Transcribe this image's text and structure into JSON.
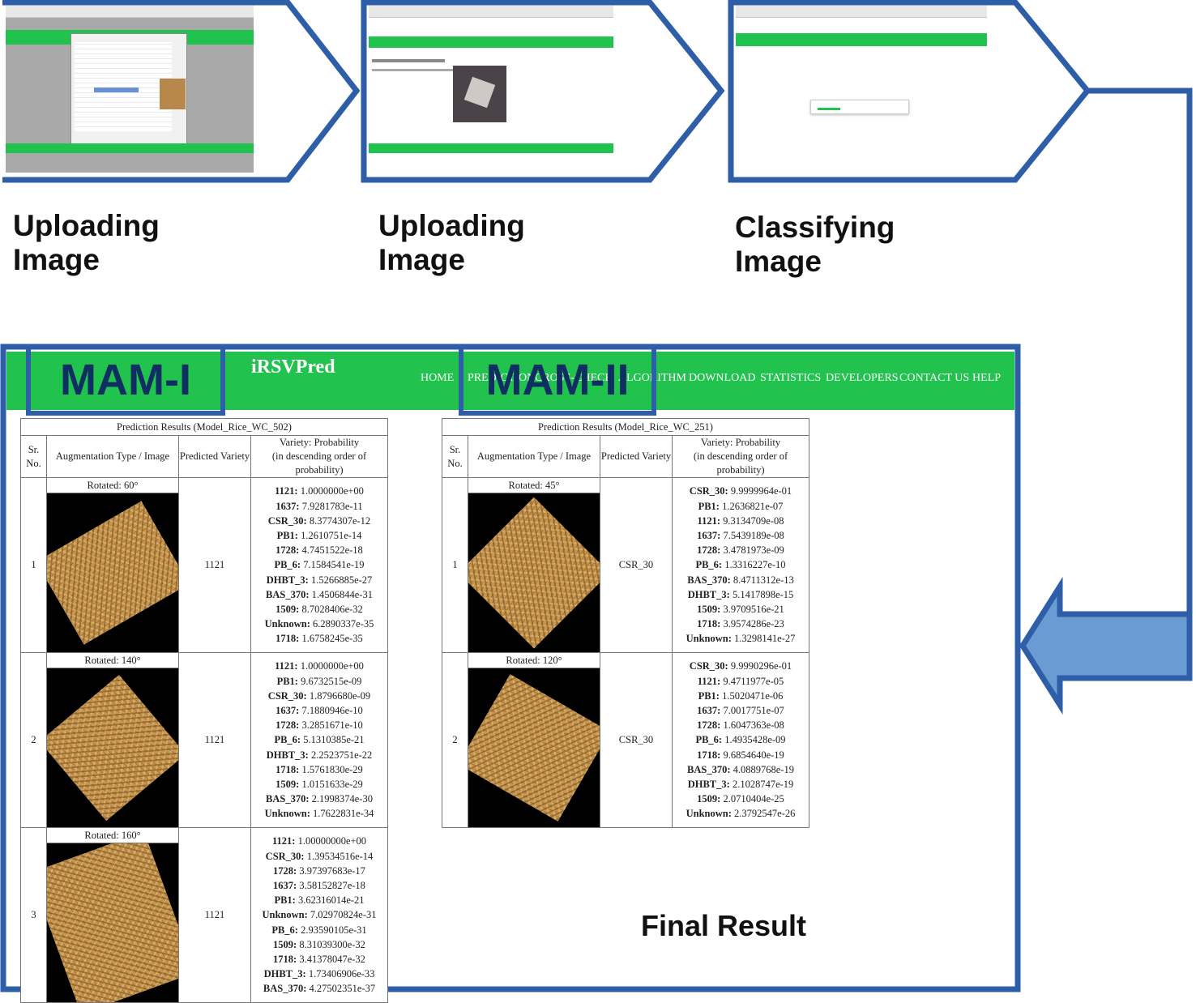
{
  "steps": [
    {
      "label": "Uploading\nImage"
    },
    {
      "label": "Uploading\nImage"
    },
    {
      "label": "Classifying\nImage"
    }
  ],
  "site": {
    "brand": "iRSVPred",
    "nav": [
      "HOME",
      "PREDICTION",
      "CROSS-CHECK",
      "ALGORITHM",
      "DOWNLOAD",
      "STATISTICS",
      "DEVELOPERS",
      "CONTACT US",
      "HELP"
    ]
  },
  "models": [
    {
      "badge": "MAM-I",
      "caption": "Prediction Results (Model_Rice_WC_502)",
      "headers": {
        "sr": "Sr. No.",
        "aug": "Augmentation Type / Image",
        "pred": "Predicted Variety",
        "prob": "Variety: Probability\n(in descending order of probability)"
      },
      "rows": [
        {
          "sr": "1",
          "aug": "Rotated: 60°",
          "pred": "1121",
          "probs": [
            "1121: 1.0000000e+00",
            "1637: 7.9281783e-11",
            "CSR_30: 8.3774307e-12",
            "PB1: 1.2610751e-14",
            "1728: 4.7451522e-18",
            "PB_6: 7.1584541e-19",
            "DHBT_3: 1.5266885e-27",
            "BAS_370: 1.4506844e-31",
            "1509: 8.7028406e-32",
            "Unknown: 6.2890337e-35",
            "1718: 1.6758245e-35"
          ]
        },
        {
          "sr": "2",
          "aug": "Rotated: 140°",
          "pred": "1121",
          "probs": [
            "1121: 1.0000000e+00",
            "PB1: 9.6732515e-09",
            "CSR_30: 1.8796680e-09",
            "1637: 7.1880946e-10",
            "1728: 3.2851671e-10",
            "PB_6: 5.1310385e-21",
            "DHBT_3: 2.2523751e-22",
            "1718: 1.5761830e-29",
            "1509: 1.0151633e-29",
            "BAS_370: 2.1998374e-30",
            "Unknown: 1.7622831e-34"
          ]
        },
        {
          "sr": "3",
          "aug": "Rotated: 160°",
          "pred": "1121",
          "probs": [
            "1121: 1.00000000e+00",
            "CSR_30: 1.39534516e-14",
            "1728: 3.97397683e-17",
            "1637: 3.58152827e-18",
            "PB1: 3.62316014e-21",
            "Unknown: 7.02970824e-31",
            "PB_6: 2.93590105e-31",
            "1509: 8.31039300e-32",
            "1718: 3.41378047e-32",
            "DHBT_3: 1.73406906e-33",
            "BAS_370: 4.27502351e-37"
          ]
        }
      ]
    },
    {
      "badge": "MAM-II",
      "caption": "Prediction Results (Model_Rice_WC_251)",
      "headers": {
        "sr": "Sr. No.",
        "aug": "Augmentation Type / Image",
        "pred": "Predicted Variety",
        "prob": "Variety: Probability\n(in descending order of probability)"
      },
      "rows": [
        {
          "sr": "1",
          "aug": "Rotated: 45°",
          "pred": "CSR_30",
          "probs": [
            "CSR_30: 9.9999964e-01",
            "PB1: 1.2636821e-07",
            "1121: 9.3134709e-08",
            "1637: 7.5439189e-08",
            "1728: 3.4781973e-09",
            "PB_6: 1.3316227e-10",
            "BAS_370: 8.4711312e-13",
            "DHBT_3: 5.1417898e-15",
            "1509: 3.9709516e-21",
            "1718: 3.9574286e-23",
            "Unknown: 1.3298141e-27"
          ]
        },
        {
          "sr": "2",
          "aug": "Rotated: 120°",
          "pred": "CSR_30",
          "probs": [
            "CSR_30: 9.9990296e-01",
            "1121: 9.4711977e-05",
            "PB1: 1.5020471e-06",
            "1637: 7.0017751e-07",
            "1728: 1.6047363e-08",
            "PB_6: 1.4935428e-09",
            "1718: 9.6854640e-19",
            "BAS_370: 4.0889768e-19",
            "DHBT_3: 2.1028747e-19",
            "1509: 2.0710404e-25",
            "Unknown: 2.3792547e-26"
          ]
        }
      ]
    }
  ],
  "final_label": "Final Result",
  "colors": {
    "accent_blue": "#2f5ea8",
    "arrow_fill": "#6a9bd3",
    "site_green": "#22c24f",
    "badge_text": "#0f2f63"
  }
}
